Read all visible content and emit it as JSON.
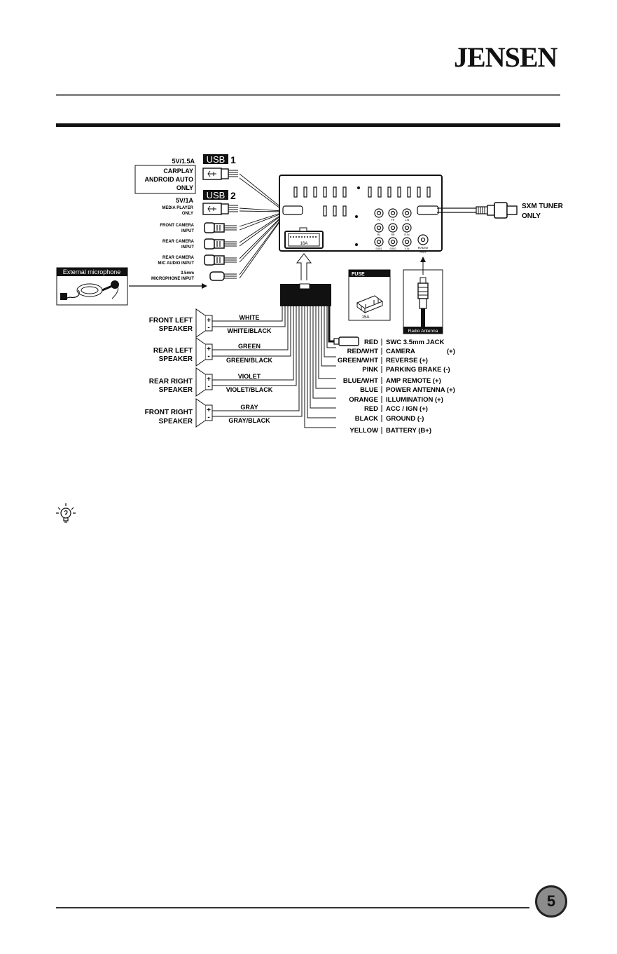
{
  "header": {
    "brand": "JENSEN"
  },
  "footer": {
    "page_number": "5"
  },
  "usb1": {
    "badge": "USB",
    "number": "1",
    "rating": "5V/1.5A",
    "lines": [
      "CARPLAY",
      "ANDROID AUTO",
      "ONLY"
    ]
  },
  "usb2": {
    "badge": "USB",
    "number": "2",
    "rating": "5V/1A",
    "lines": [
      "MEDIA PLAYER",
      "ONLY"
    ]
  },
  "inputs": {
    "front_camera": [
      "FRONT CAMERA",
      "INPUT"
    ],
    "rear_camera": [
      "REAR CAMERA",
      "INPUT"
    ],
    "mic_audio": [
      "REAR CAMERA",
      "MIC AUDIO INPUT"
    ],
    "mic_input": [
      "3.5mm",
      "MICROPHONE INPUT"
    ]
  },
  "external_mic": "External microphone",
  "sxm": {
    "line1": "SXM TUNER",
    "line2": "ONLY"
  },
  "unit": {
    "connector_label": "16A",
    "radio_ant_line1": "RADIO",
    "radio_ant_line2": "ANT"
  },
  "fuse": {
    "title": "FUSE",
    "rating": "15A"
  },
  "antenna": {
    "title": "Radio Antenna"
  },
  "speakers": [
    {
      "label1": "FRONT LEFT",
      "label2": "SPEAKER",
      "plus": "WHITE",
      "minus": "WHITE/BLACK"
    },
    {
      "label1": "REAR LEFT",
      "label2": "SPEAKER",
      "plus": "GREEN",
      "minus": "GREEN/BLACK"
    },
    {
      "label1": "REAR RIGHT",
      "label2": "SPEAKER",
      "plus": "VIOLET",
      "minus": "VIOLET/BLACK"
    },
    {
      "label1": "FRONT RIGHT",
      "label2": "SPEAKER",
      "plus": "GRAY",
      "minus": "GRAY/BLACK"
    }
  ],
  "plus_sign": "+",
  "minus_sign": "-",
  "wires": [
    {
      "color": "RED",
      "function": "SWC 3.5mm JACK"
    },
    {
      "color": "RED/WHT",
      "function": "CAMERA",
      "suffix": "(+)"
    },
    {
      "color": "GREEN/WHT",
      "function": "REVERSE (+)"
    },
    {
      "color": "PINK",
      "function": "PARKING BRAKE (-)"
    },
    {
      "color": "BLUE/WHT",
      "function": "AMP REMOTE (+)"
    },
    {
      "color": "BLUE",
      "function": "POWER ANTENNA (+)"
    },
    {
      "color": "ORANGE",
      "function": "ILLUMINATION (+)"
    },
    {
      "color": "RED",
      "function": "ACC / IGN (+)"
    },
    {
      "color": "BLACK",
      "function": "GROUND (-)"
    },
    {
      "color": "YELLOW",
      "function": "BATTERY (B+)"
    }
  ],
  "jacks": [
    "FL",
    "FR",
    "L-IN",
    "RL",
    "RR",
    "R-IN",
    "SUB1",
    "SUB2",
    "V-IN"
  ]
}
